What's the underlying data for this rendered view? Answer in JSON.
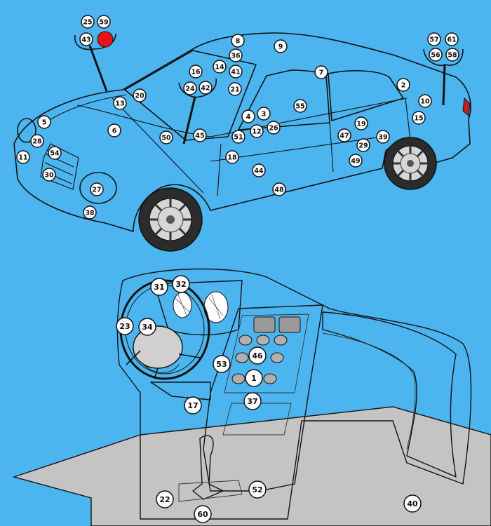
{
  "colors": {
    "background": "#4cb5f0",
    "car_body": "#f3f39a",
    "glass": "#3a3a3a",
    "dashboard": "#c9c9c9",
    "highlight_marker": "#e8141a"
  },
  "car": {
    "callouts": [
      "25",
      "59",
      "43",
      "57",
      "61",
      "56",
      "58",
      "8",
      "9",
      "36",
      "16",
      "14",
      "41",
      "7",
      "2",
      "20",
      "24",
      "42",
      "21",
      "13",
      "55",
      "10",
      "4",
      "3",
      "15",
      "5",
      "6",
      "50",
      "45",
      "51",
      "12",
      "26",
      "19",
      "47",
      "39",
      "28",
      "54",
      "11",
      "29",
      "49",
      "18",
      "30",
      "44",
      "27",
      "48",
      "38"
    ],
    "highlighted": "59"
  },
  "dashboard": {
    "callouts": [
      "31",
      "32",
      "23",
      "34",
      "46",
      "53",
      "1",
      "37",
      "17",
      "52",
      "22",
      "40",
      "60"
    ]
  }
}
